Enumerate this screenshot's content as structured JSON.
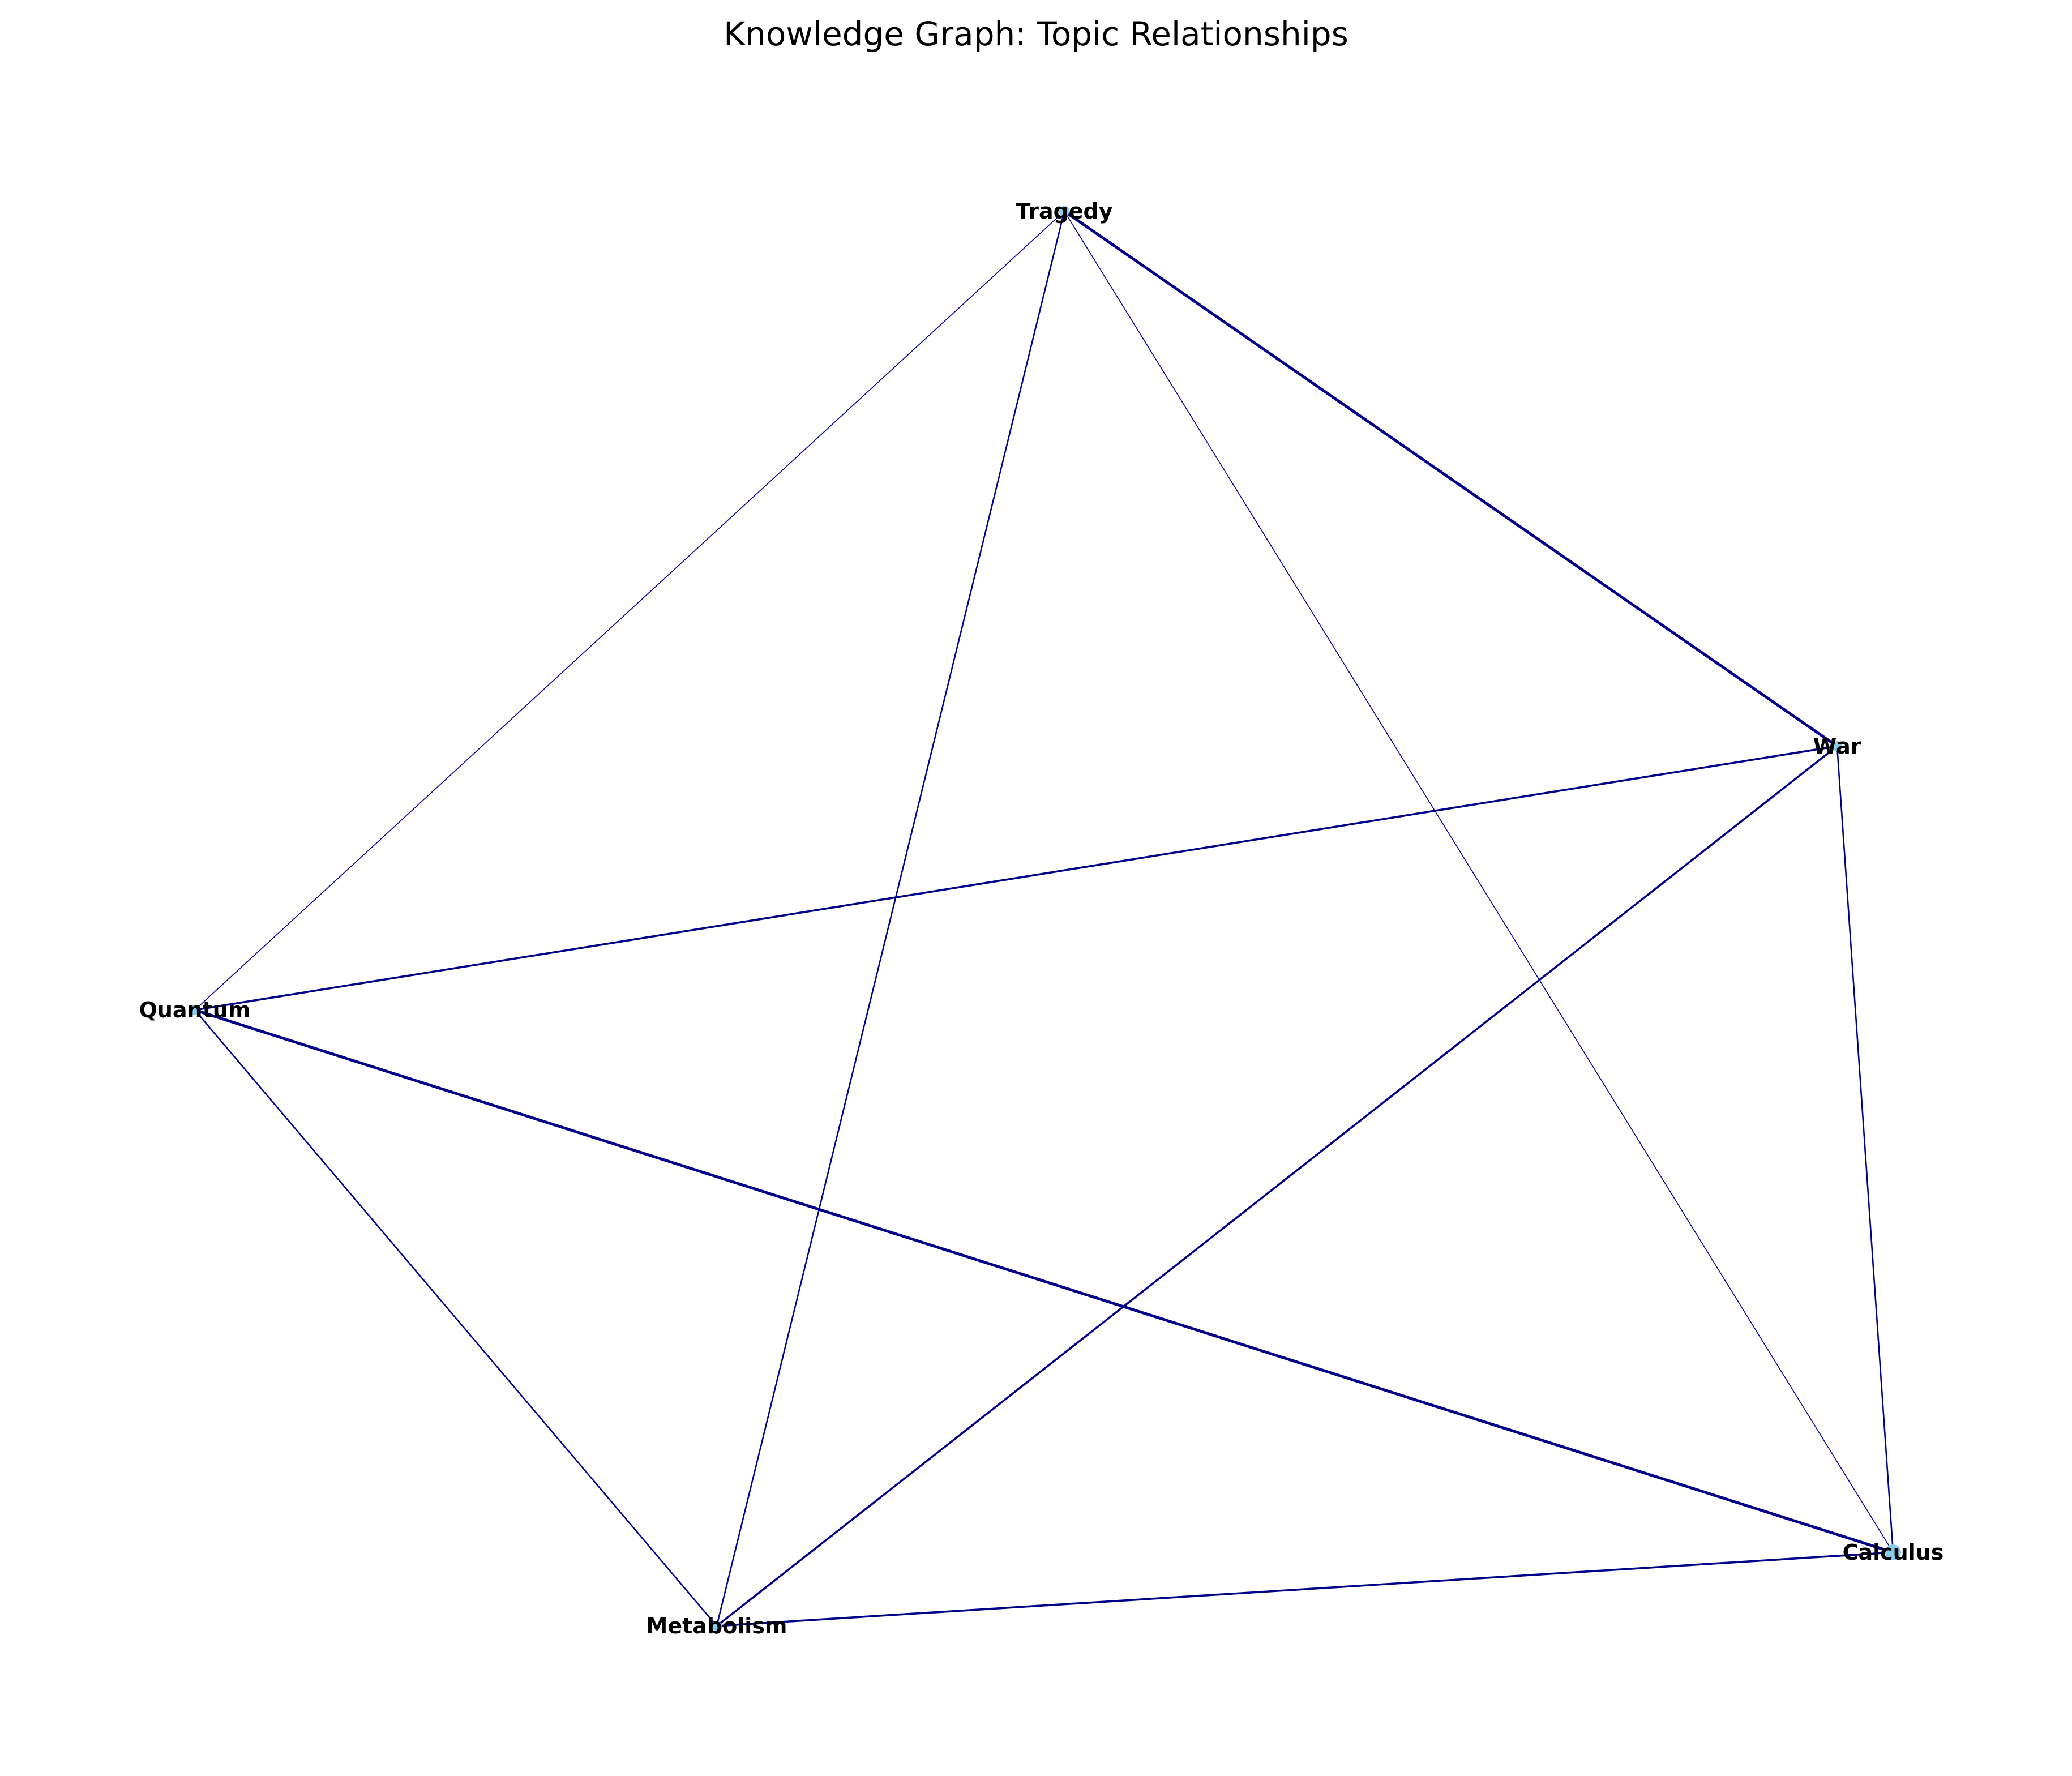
{
  "title": "Knowledge Graph: Topic Relationships",
  "colors": {
    "edge": "#00008b",
    "node": "#87ceeb",
    "label": "#000000",
    "background": "#ffffff"
  },
  "nodes": [
    {
      "id": "tragedy",
      "label": "Tragedy"
    },
    {
      "id": "war",
      "label": "War"
    },
    {
      "id": "quantum",
      "label": "Quantum"
    },
    {
      "id": "calculus",
      "label": "Calculus"
    },
    {
      "id": "metabolism",
      "label": "Metabolism"
    }
  ],
  "edges": [
    {
      "source": "tragedy",
      "target": "war",
      "weight": "strong"
    },
    {
      "source": "tragedy",
      "target": "quantum",
      "weight": "weak"
    },
    {
      "source": "tragedy",
      "target": "metabolism",
      "weight": "medium"
    },
    {
      "source": "tragedy",
      "target": "calculus",
      "weight": "weak"
    },
    {
      "source": "war",
      "target": "quantum",
      "weight": "medium-strong"
    },
    {
      "source": "war",
      "target": "metabolism",
      "weight": "medium-strong"
    },
    {
      "source": "war",
      "target": "calculus",
      "weight": "medium"
    },
    {
      "source": "quantum",
      "target": "calculus",
      "weight": "strong"
    },
    {
      "source": "quantum",
      "target": "metabolism",
      "weight": "medium"
    },
    {
      "source": "metabolism",
      "target": "calculus",
      "weight": "medium-strong"
    }
  ]
}
